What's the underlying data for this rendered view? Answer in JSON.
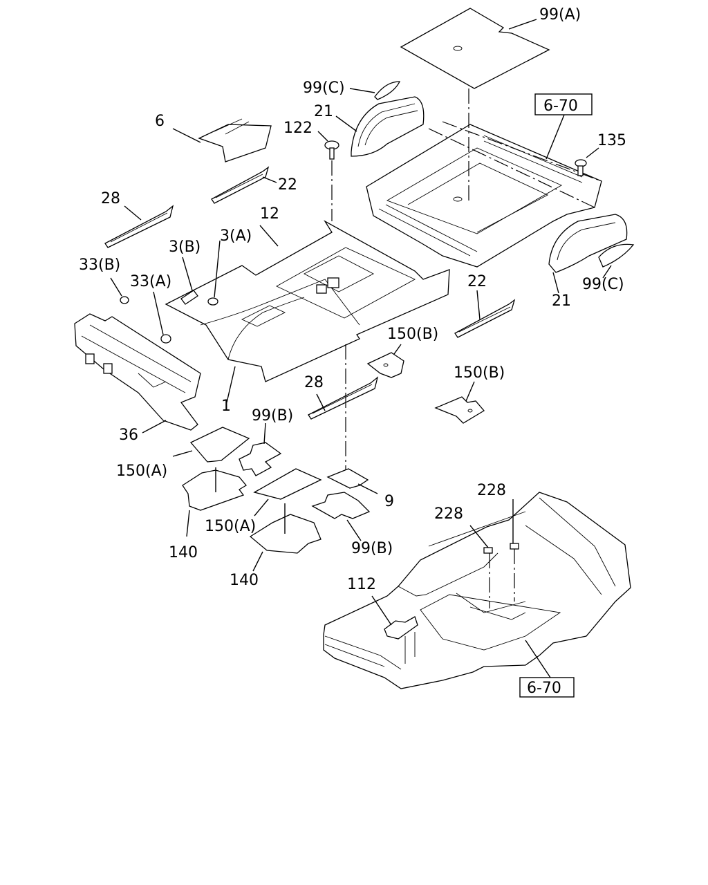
{
  "labels": {
    "99A": "99(A)",
    "99C_top": "99(C)",
    "21_top": "21",
    "122": "122",
    "6": "6",
    "ref_6_70_top": "6-70",
    "135": "135",
    "22_top": "22",
    "28_left": "28",
    "12": "12",
    "3B": "3(B)",
    "3A": "3(A)",
    "33B": "33(B)",
    "33A": "33(A)",
    "22_right": "22",
    "99C_right": "99(C)",
    "21_right": "21",
    "150B_1": "150(B)",
    "150B_2": "150(B)",
    "1": "1",
    "28_mid": "28",
    "36": "36",
    "99B_1": "99(B)",
    "150A_1": "150(A)",
    "9": "9",
    "150A_2": "150(A)",
    "140_1": "140",
    "99B_2": "99(B)",
    "140_2": "140",
    "228_1": "228",
    "228_2": "228",
    "112": "112",
    "ref_6_70_bottom": "6-70"
  }
}
